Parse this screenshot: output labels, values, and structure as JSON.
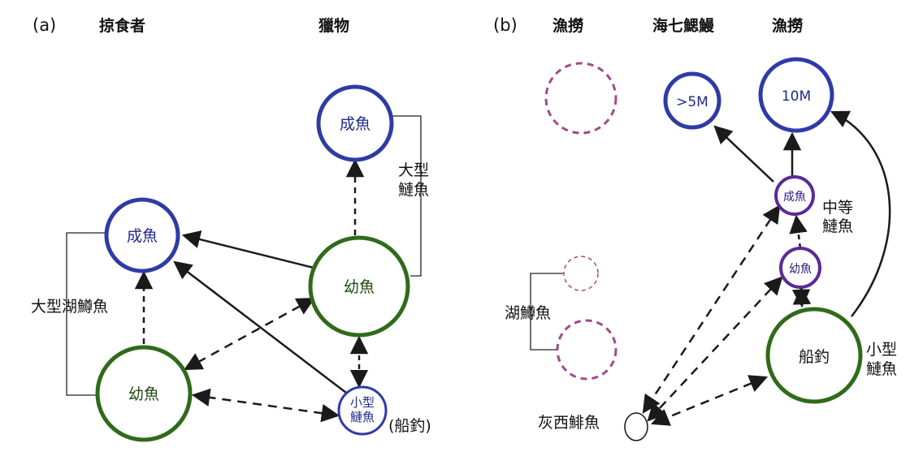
{
  "panel_a": {
    "label": "(a)",
    "header_predator": "掠食者",
    "header_prey": "獵物",
    "node_pred_adult": "成魚",
    "node_pred_juvenile": "幼魚",
    "node_prey_adult": "成魚",
    "node_prey_juvenile": "幼魚",
    "node_small_line1": "小型",
    "node_small_line2": "鰱魚",
    "bracket_lake_trout": "大型湖鱒魚",
    "bracket_large_line1": "大型",
    "bracket_large_line2": "鰱魚",
    "hatchery_note": "(船釣)"
  },
  "panel_b": {
    "label": "(b)",
    "header_fishery_left": "漁撈",
    "header_lamprey": "海七鰓鰻",
    "header_fishery_right": "漁撈",
    "node_gt5m": ">5M",
    "node_10m": "10M",
    "node_adult": "成魚",
    "node_juvenile": "幼魚",
    "node_boat": "船釣",
    "label_medium_line1": "中等",
    "label_medium_line2": "鰱魚",
    "label_small_line1": "小型",
    "label_small_line2": "鰱魚",
    "label_lake_trout": "湖鱒魚",
    "label_alewife": "灰西鯡魚"
  },
  "colors": {
    "blue": "#2e3ba6",
    "green": "#2f6b1a",
    "purple": "#5a2a98",
    "magenta_dashed": "#a04a8a",
    "arrow": "#1a1a1a"
  }
}
